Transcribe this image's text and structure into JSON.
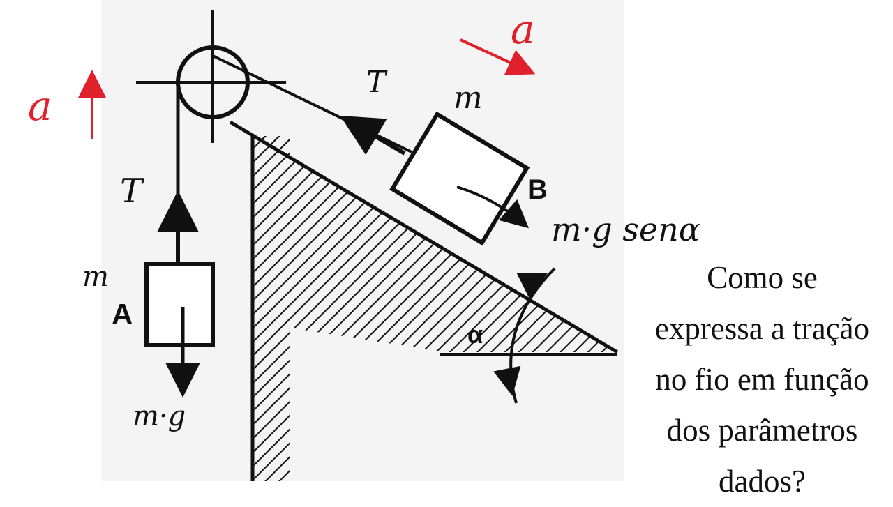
{
  "diagram": {
    "acceleration_label_left": "a",
    "acceleration_label_right": "a",
    "tension_label_incline": "T",
    "tension_label_vertical": "T",
    "mass_label_b": "m",
    "mass_label_a": "m",
    "block_b_label": "B",
    "block_a_label": "A",
    "weight_component_label": "m·g senα",
    "weight_label_a": "m·g",
    "angle_label": "α"
  },
  "question": {
    "lines": [
      "Como se",
      "expressa a tração",
      "no fio em função",
      "dos parâmetros",
      "dados?"
    ]
  },
  "colors": {
    "ink": "#111111",
    "accent_red": "#e0202a",
    "paper_noise": "#f1f1f1"
  }
}
